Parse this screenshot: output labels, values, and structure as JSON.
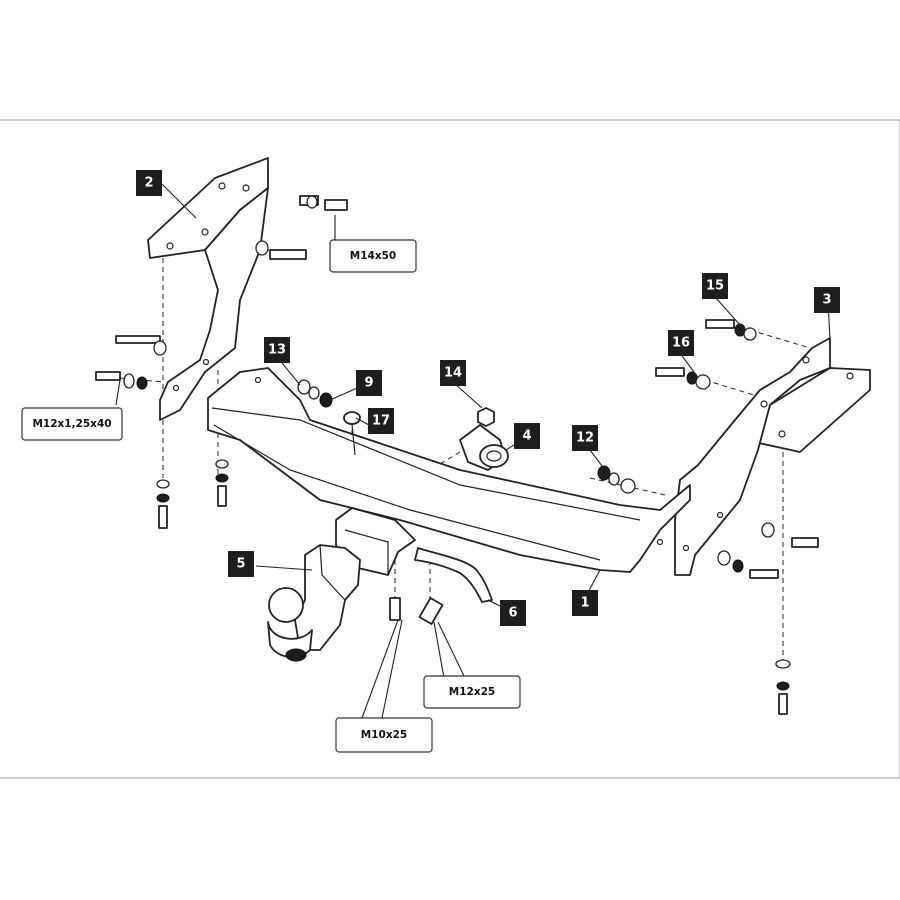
{
  "part_numbers": [
    "1",
    "2",
    "3",
    "4",
    "5",
    "6",
    "9",
    "12",
    "13",
    "14",
    "15",
    "16",
    "17"
  ],
  "fastener_specs": {
    "m14": "M14x50",
    "m12_fine": "M12x1,25x40",
    "m12": "M12x25",
    "m10": "M10x25"
  },
  "colors": {
    "line": "#222222",
    "badge": "#1e1e1e",
    "background": "#ffffff"
  }
}
